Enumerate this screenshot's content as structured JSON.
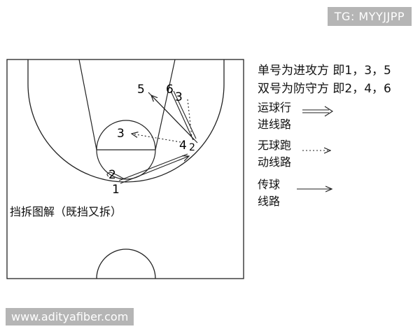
{
  "badge_text": "TG: MYYJJPP",
  "watermark_text": "www.adityafiber.com",
  "diagram": {
    "caption": "挡拆图解（既挡又拆）",
    "players": {
      "p1": "1",
      "p2": "2",
      "p3_top": "3",
      "p3_key": "3",
      "p4": "4",
      "p5": "5",
      "p6": "6"
    }
  },
  "legend": {
    "line1": "单号为进攻方 即1，3，5",
    "line2": "双号为防守方 即2，4，6",
    "dribble": [
      "运球行",
      "进线路"
    ],
    "run": [
      "无球跑",
      "动线路"
    ],
    "pass": [
      "传球",
      "线路"
    ]
  }
}
